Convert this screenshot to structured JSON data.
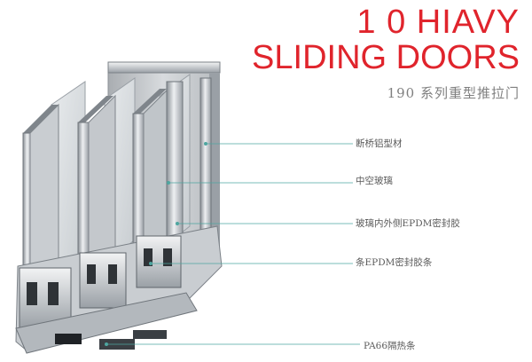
{
  "header": {
    "title_line1": "1 0 HIAVY",
    "title_line2": "SLIDING DOORS",
    "subtitle": "190 系列重型推拉门"
  },
  "callouts": [
    {
      "label": "断桥铝型材"
    },
    {
      "label": "中空玻璃"
    },
    {
      "label": "玻璃内外侧EPDM密封胶"
    },
    {
      "label": "条EPDM密封胶条"
    },
    {
      "label": "PA66隔热条"
    }
  ],
  "colors": {
    "title_red": "#e0242c",
    "subtitle_gray": "#7f7f7f",
    "label_gray": "#5a5a5a",
    "leader_teal": "#4ea6a0",
    "aluminum_light": "#e6e8ea",
    "aluminum_mid": "#bfc3c7",
    "aluminum_dark": "#6f757b",
    "glass": "#d9dde0"
  }
}
